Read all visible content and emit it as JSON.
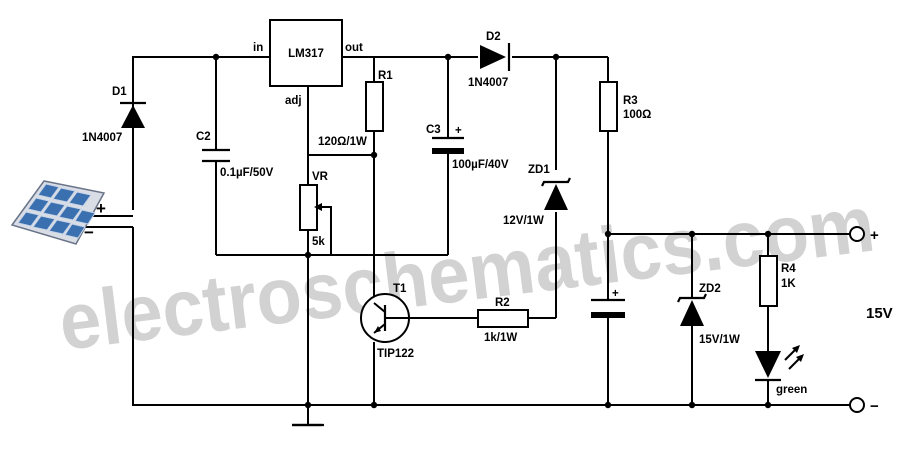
{
  "watermark": "electroschematics.com",
  "ic": {
    "name": "LM317",
    "pin_in": "in",
    "pin_out": "out",
    "pin_adj": "adj"
  },
  "d1": {
    "ref": "D1",
    "part": "1N4007"
  },
  "d2": {
    "ref": "D2",
    "part": "1N4007"
  },
  "c2": {
    "ref": "C2",
    "value": "0.1µF/50V"
  },
  "c3": {
    "ref": "C3",
    "value": "100µF/40V",
    "plus": "+"
  },
  "r1": {
    "ref": "R1",
    "value": "120Ω/1W"
  },
  "vr": {
    "ref": "VR",
    "value": "5k"
  },
  "zd1": {
    "ref": "ZD1",
    "value": "12V/1W"
  },
  "r3": {
    "ref": "R3",
    "value": "100Ω"
  },
  "t1": {
    "ref": "T1",
    "part": "TIP122"
  },
  "r2": {
    "ref": "R2",
    "value": "1k/1W"
  },
  "c4": {
    "plus": "+"
  },
  "zd2": {
    "ref": "ZD2",
    "value": "15V/1W"
  },
  "r4": {
    "ref": "R4",
    "value": "1K"
  },
  "led": {
    "label": "green",
    "color": "#000000"
  },
  "solar": {
    "plus": "+",
    "minus": "−",
    "cell_color": "#3a6fb0",
    "frame_color": "#d8dde6"
  },
  "output": {
    "plus": "+",
    "minus": "−",
    "voltage": "15V"
  }
}
